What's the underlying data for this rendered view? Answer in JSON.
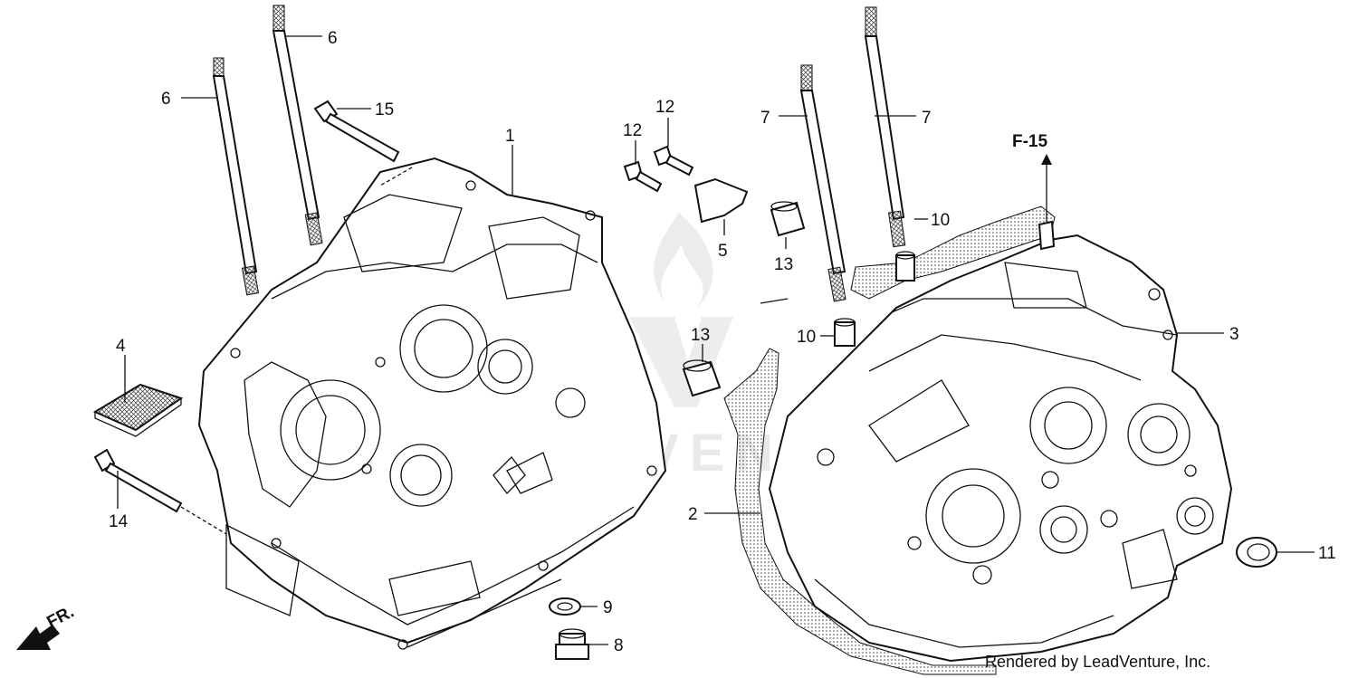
{
  "diagram": {
    "callouts": [
      {
        "id": "c6a",
        "label": "6"
      },
      {
        "id": "c6b",
        "label": "6"
      },
      {
        "id": "c15",
        "label": "15"
      },
      {
        "id": "c1",
        "label": "1"
      },
      {
        "id": "c12a",
        "label": "12"
      },
      {
        "id": "c12b",
        "label": "12"
      },
      {
        "id": "c5",
        "label": "5"
      },
      {
        "id": "c13a",
        "label": "13"
      },
      {
        "id": "c13b",
        "label": "13"
      },
      {
        "id": "c7a",
        "label": "7"
      },
      {
        "id": "c7b",
        "label": "7"
      },
      {
        "id": "c10a",
        "label": "10"
      },
      {
        "id": "c10b",
        "label": "10"
      },
      {
        "id": "c3",
        "label": "3"
      },
      {
        "id": "c4",
        "label": "4"
      },
      {
        "id": "c14",
        "label": "14"
      },
      {
        "id": "c2",
        "label": "2"
      },
      {
        "id": "c9",
        "label": "9"
      },
      {
        "id": "c8",
        "label": "8"
      },
      {
        "id": "c11",
        "label": "11"
      }
    ],
    "reference": "F-15",
    "direction": "FR.",
    "credit": "Rendered by LeadVenture, Inc.",
    "watermark": "LEADVENTURE"
  }
}
